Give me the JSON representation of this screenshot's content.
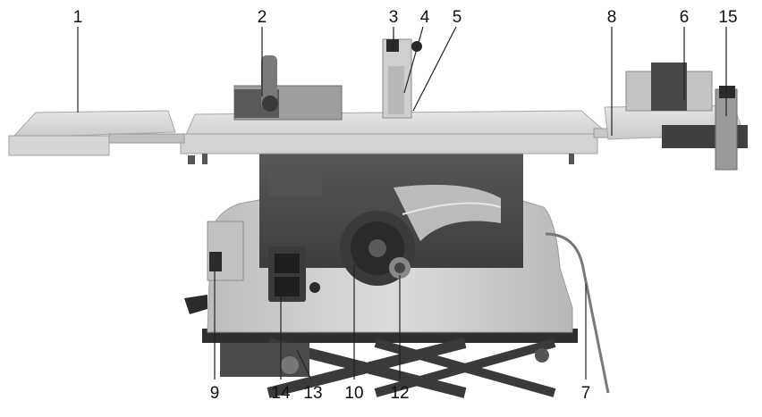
{
  "figure": {
    "colors": {
      "background": "#ffffff",
      "table_top": "#d9d9d9",
      "table_edge": "#bdbdbd",
      "body_light": "#cfcfcf",
      "body_mid": "#a9a9a9",
      "panel_dark": "#4a4a4a",
      "dark": "#2b2b2b",
      "stand": "#3a3a3a",
      "ink": "#111111"
    },
    "callouts": [
      {
        "id": "c1",
        "number": "1"
      },
      {
        "id": "c2",
        "number": "2"
      },
      {
        "id": "c3",
        "number": "3"
      },
      {
        "id": "c4",
        "number": "4"
      },
      {
        "id": "c5",
        "number": "5"
      },
      {
        "id": "c8",
        "number": "8"
      },
      {
        "id": "c6",
        "number": "6"
      },
      {
        "id": "c15",
        "number": "15"
      },
      {
        "id": "c9",
        "number": "9"
      },
      {
        "id": "c14",
        "number": "14"
      },
      {
        "id": "c13",
        "number": "13"
      },
      {
        "id": "c10",
        "number": "10"
      },
      {
        "id": "c12",
        "number": "12"
      },
      {
        "id": "c7",
        "number": "7"
      }
    ]
  }
}
